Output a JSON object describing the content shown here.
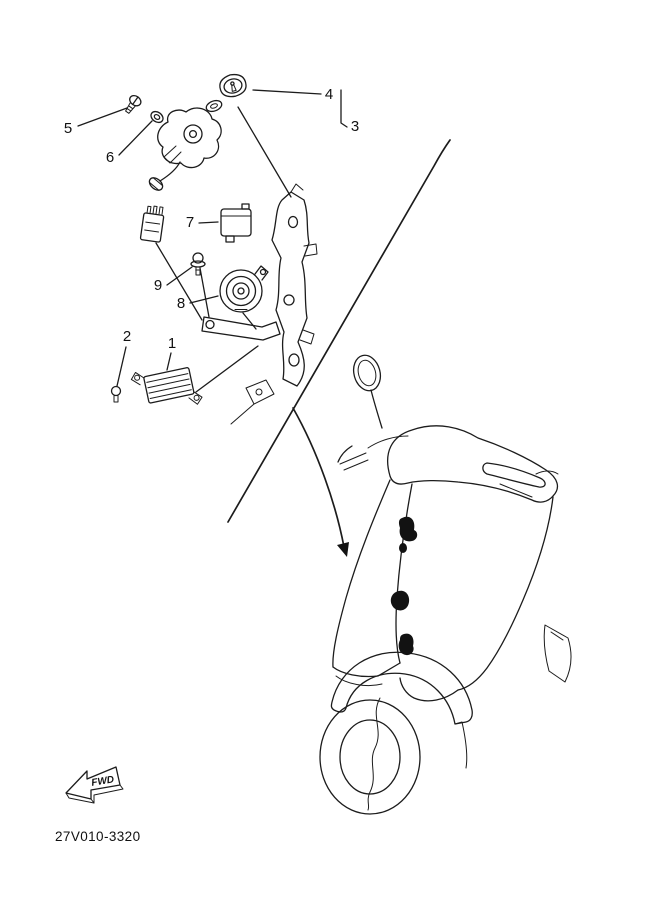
{
  "colors": {
    "ink": "#1c1c1c",
    "paper": "#ffffff"
  },
  "callouts": {
    "c1": "1",
    "c2": "2",
    "c3": "3",
    "c4": "4",
    "c5": "5",
    "c6": "6",
    "c7": "7",
    "c8": "8",
    "c9": "9"
  },
  "fwd": {
    "label": "FWD"
  },
  "footer": {
    "part_code": "27V010-3320"
  }
}
